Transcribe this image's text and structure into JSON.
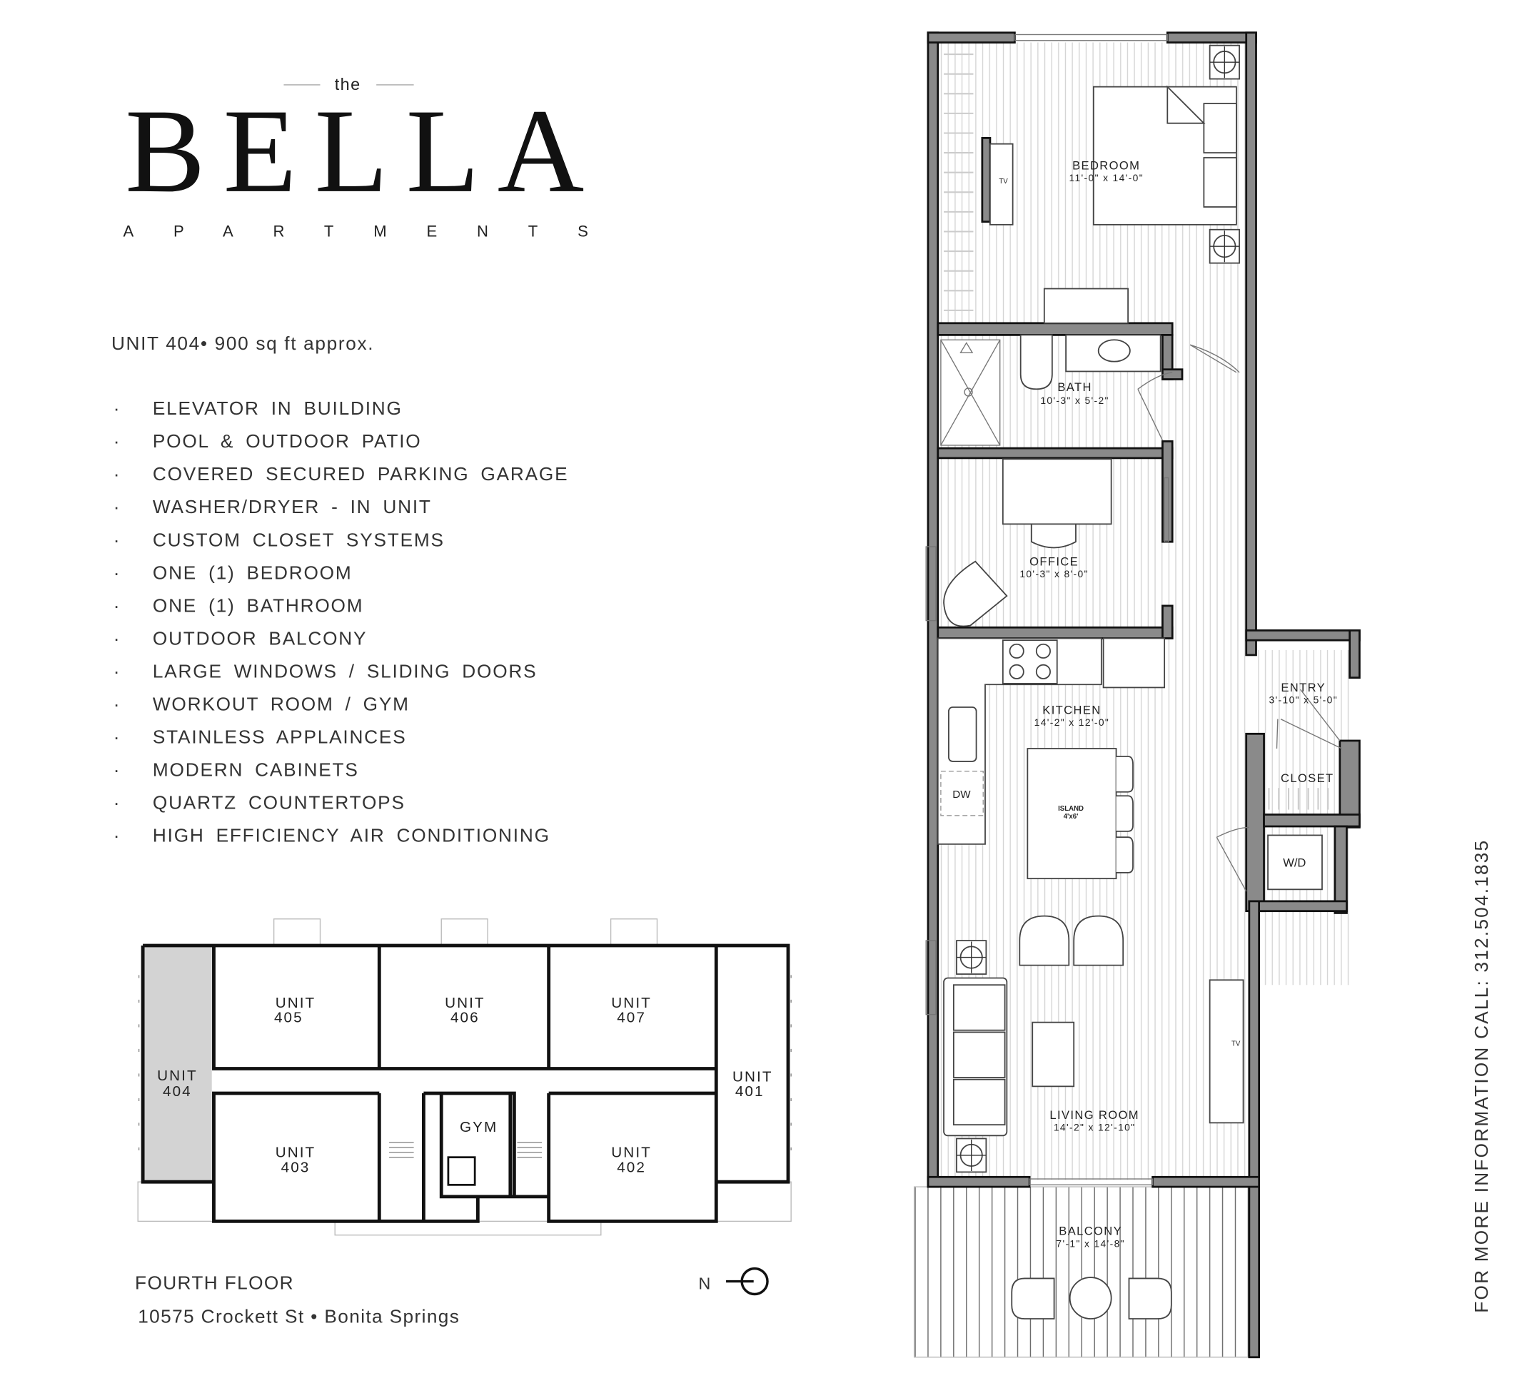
{
  "brand": {
    "prefix": "the",
    "name": "BELLA",
    "subtitle": "APARTMENTS"
  },
  "unit_summary": "UNIT 404• 900 sq ft approx.",
  "features": [
    "ELEVATOR IN BUILDING",
    "POOL & OUTDOOR PATIO",
    "COVERED SECURED PARKING GARAGE",
    "WASHER/DRYER - IN UNIT",
    "CUSTOM CLOSET SYSTEMS",
    "ONE (1) BEDROOM",
    "ONE (1) BATHROOM",
    "OUTDOOR BALCONY",
    "LARGE WINDOWS / SLIDING DOORS",
    "WORKOUT ROOM / GYM",
    "STAINLESS APPLAINCES",
    "MODERN CABINETS",
    "QUARTZ COUNTERTOPS",
    "HIGH EFFICIENCY AIR CONDITIONING"
  ],
  "bullet": "·",
  "floor_plan_key": {
    "units": {
      "u404": [
        "UNIT",
        "404"
      ],
      "u405": [
        "UNIT",
        "405"
      ],
      "u406": [
        "UNIT",
        "406"
      ],
      "u407": [
        "UNIT",
        "407"
      ],
      "u401": [
        "UNIT",
        "401"
      ],
      "u403": [
        "UNIT",
        "403"
      ],
      "u402": [
        "UNIT",
        "402"
      ]
    },
    "gym": "GYM",
    "floor_label": "FOURTH FLOOR",
    "address": "10575 Crockett St • Bonita Springs",
    "north": "N",
    "highlight_color": "#d3d3d3"
  },
  "rooms": {
    "bedroom": {
      "name": "BEDROOM",
      "dims": "11'-0\" x 14'-0\""
    },
    "bath": {
      "name": "BATH",
      "dims": "10'-3\" x 5'-2\""
    },
    "office": {
      "name": "OFFICE",
      "dims": "10'-3\" x 8'-0\""
    },
    "kitchen": {
      "name": "KITCHEN",
      "dims": "14'-2\" x 12'-0\""
    },
    "entry": {
      "name": "ENTRY",
      "dims": "3'-10\" x 5'-0\""
    },
    "closet": {
      "name": "CLOSET"
    },
    "living": {
      "name": "LIVING ROOM",
      "dims": "14'-2\" x 12'-10\""
    },
    "balcony": {
      "name": "BALCONY",
      "dims": "7'-1\" x 14'-8\""
    }
  },
  "fixtures": {
    "tv": "TV",
    "dw": "DW",
    "wd": "W/D",
    "island": "ISLAND",
    "island_size": "4'x6'"
  },
  "contact": "FOR MORE INFORMATION CALL: 312.504.1835",
  "colors": {
    "wall": "#8a8a8a",
    "text": "#222222"
  }
}
